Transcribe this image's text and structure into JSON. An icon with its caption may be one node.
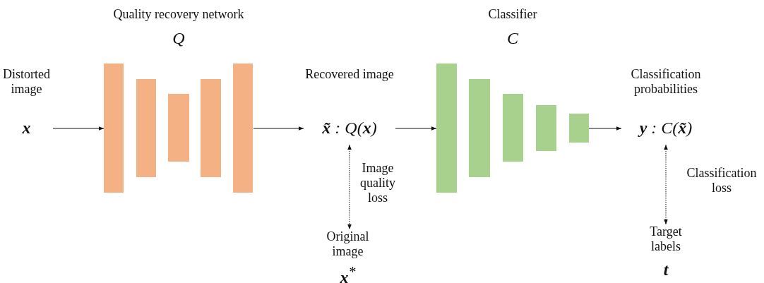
{
  "diagram": {
    "nodes": [
      {
        "text": [
          "Distorted image",
          "**x**"
        ]
      },
      {
        "text": [
          "Quality recovery network",
          "Q"
        ]
      },
      {
        "text": [
          "Recovered image",
          "**x̃** : Q(**x**)"
        ]
      },
      {
        "text": [
          "Classifier",
          "C"
        ]
      },
      {
        "text": [
          "Classification probabilities",
          "**y** : C(**x̃**)"
        ]
      },
      {
        "text": [
          "Original image",
          "**x**$^{*}$"
        ]
      },
      {
        "text": [
          "Target labels",
          "**t**"
        ]
      }
    ],
    "edges": [
      {
        "from": 0,
        "to": 1,
        "arrow": "to"
      },
      {
        "from": 1,
        "to": 2,
        "arrow": "to"
      },
      {
        "from": 2,
        "to": 3,
        "arrow": "to"
      },
      {
        "from": 3,
        "to": 4,
        "arrow": "to"
      },
      {
        "from": 2,
        "to": 5,
        "arrow": "both",
        "style": "dashed",
        "label": "Image quality loss"
      },
      {
        "from": 4,
        "to": 6,
        "arrow": "both",
        "style": "dashed",
        "label": "Classification loss"
      }
    ]
  }
}
